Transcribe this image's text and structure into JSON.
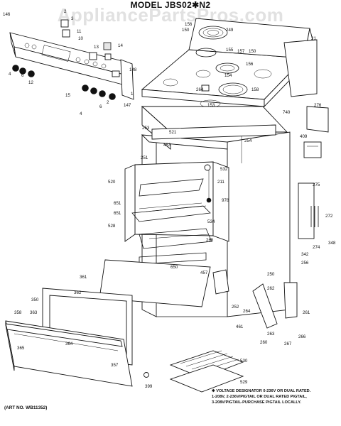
{
  "title": "MODEL JBS02✱N2",
  "watermark": "AppliancePartsPros.com",
  "footnote_lines": [
    "✱ VOLTAGE DESIGNATOR 0-236V OR DUAL RATED.",
    "1-208V, 2-236V/PIGTAIL OR DUAL RATED PIGTAIL,",
    "3-208V/PIGTAIL-PURCHASE PIGTAIL LOCALLY."
  ],
  "art_no": "(ART NO. WB11352)",
  "parts": {
    "146": "146",
    "2": "2",
    "3": "3",
    "10": "10",
    "11": "11",
    "13": "13",
    "14": "14",
    "4": "4",
    "6": "6",
    "12": "12",
    "15": "15",
    "148": "148",
    "1": "1",
    "147": "147",
    "150": "150",
    "156": "156",
    "249": "249",
    "155": "155",
    "157": "157",
    "21": "21",
    "153": "153",
    "154": "154",
    "158": "158",
    "264": "264",
    "253": "253",
    "521": "521",
    "453": "453",
    "254": "254",
    "276": "276",
    "740": "740",
    "409": "409",
    "251": "251",
    "532": "532",
    "211": "211",
    "520": "520",
    "651": "651",
    "978": "978",
    "275": "275",
    "272": "272",
    "528": "528",
    "534": "534",
    "265": "265",
    "274": "274",
    "348": "348",
    "342": "342",
    "256": "256",
    "650": "650",
    "457": "457",
    "250": "250",
    "361": "361",
    "362": "362",
    "350": "350",
    "262": "262",
    "261": "261",
    "252": "252",
    "358": "358",
    "363": "363",
    "461": "461",
    "263": "263",
    "266": "266",
    "260": "260",
    "267": "267",
    "365": "365",
    "364": "364",
    "357": "357",
    "530": "530",
    "529": "529",
    "399": "399"
  },
  "colors": {
    "line": "#111111",
    "background": "#ffffff",
    "watermark": "#787878"
  }
}
